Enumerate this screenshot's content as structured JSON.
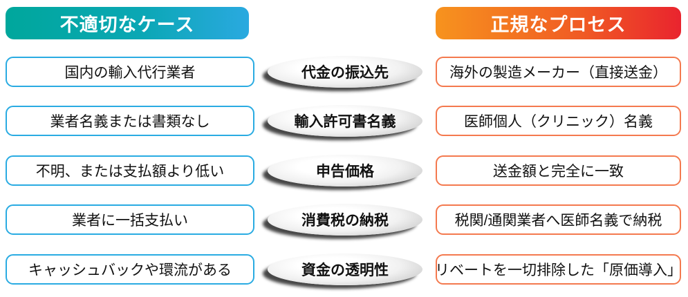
{
  "headers": {
    "improper": "不適切なケース",
    "proper": "正規なプロセス"
  },
  "rows": [
    {
      "improper": "国内の輸入代行業者",
      "category": "代金の振込先",
      "proper": "海外の製造メーカー（直接送金）"
    },
    {
      "improper": "業者名義または書類なし",
      "category": "輸入許可書名義",
      "proper": "医師個人（クリニック）名義"
    },
    {
      "improper": "不明、または支払額より低い",
      "category": "申告価格",
      "proper": "送金額と完全に一致"
    },
    {
      "improper": "業者に一括支払い",
      "category": "消費税の納税",
      "proper": "税関/通関業者へ医師名義で納税"
    },
    {
      "improper": "キャッシュバックや環流がある",
      "category": "資金の透明性",
      "proper": "リベートを一切排除した「原価導入」"
    }
  ],
  "colors": {
    "improper_gradient_start": "#00A79C",
    "improper_gradient_end": "#2AA9E0",
    "improper_box_border": "#29ABE2",
    "proper_gradient_start": "#F7931E",
    "proper_gradient_end": "#E9242E",
    "proper_box_border": "#F4794E",
    "ellipse_edge": "#B0B0B0",
    "text": "#111111"
  }
}
